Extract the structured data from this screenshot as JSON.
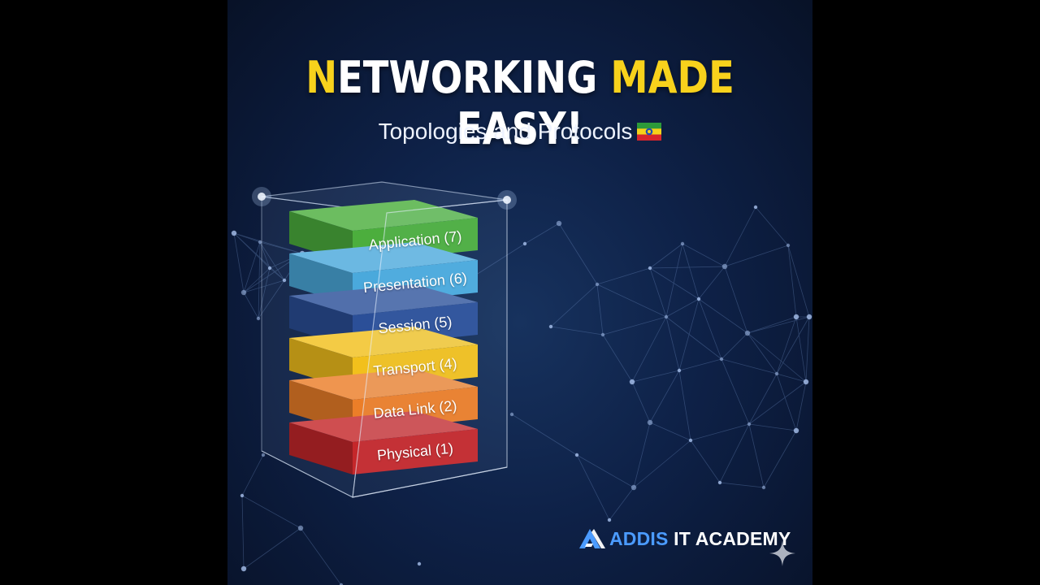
{
  "title": {
    "first_letter": "N",
    "word1_rest": "ETWORKING",
    "word2": "MADE",
    "word3": "EASY!"
  },
  "subtitle": "Topologies and Protocols",
  "colors": {
    "background": "#0e2147",
    "title_accent": "#f8d21c",
    "title_text": "#ffffff",
    "brand_accent": "#4b9bff"
  },
  "layers": [
    {
      "label": "Application (7)",
      "color": "#4cae3d"
    },
    {
      "label": "Presentation (6)",
      "color": "#4aa9dc"
    },
    {
      "label": "Session (5)",
      "color": "#2b4f98"
    },
    {
      "label": "Transport (4)",
      "color": "#f2c01c"
    },
    {
      "label": "Data Link (2)",
      "color": "#ec7e28"
    },
    {
      "label": "Physical (1)",
      "color": "#c5272a"
    }
  ],
  "brand": {
    "name_accent": "ADDIS",
    "name_rest": " IT ACADEMY",
    "logo_icon": "a-triangle-logo-icon"
  },
  "icons": {
    "flag": "ethiopia-flag-icon",
    "sparkle": "sparkle-icon"
  }
}
